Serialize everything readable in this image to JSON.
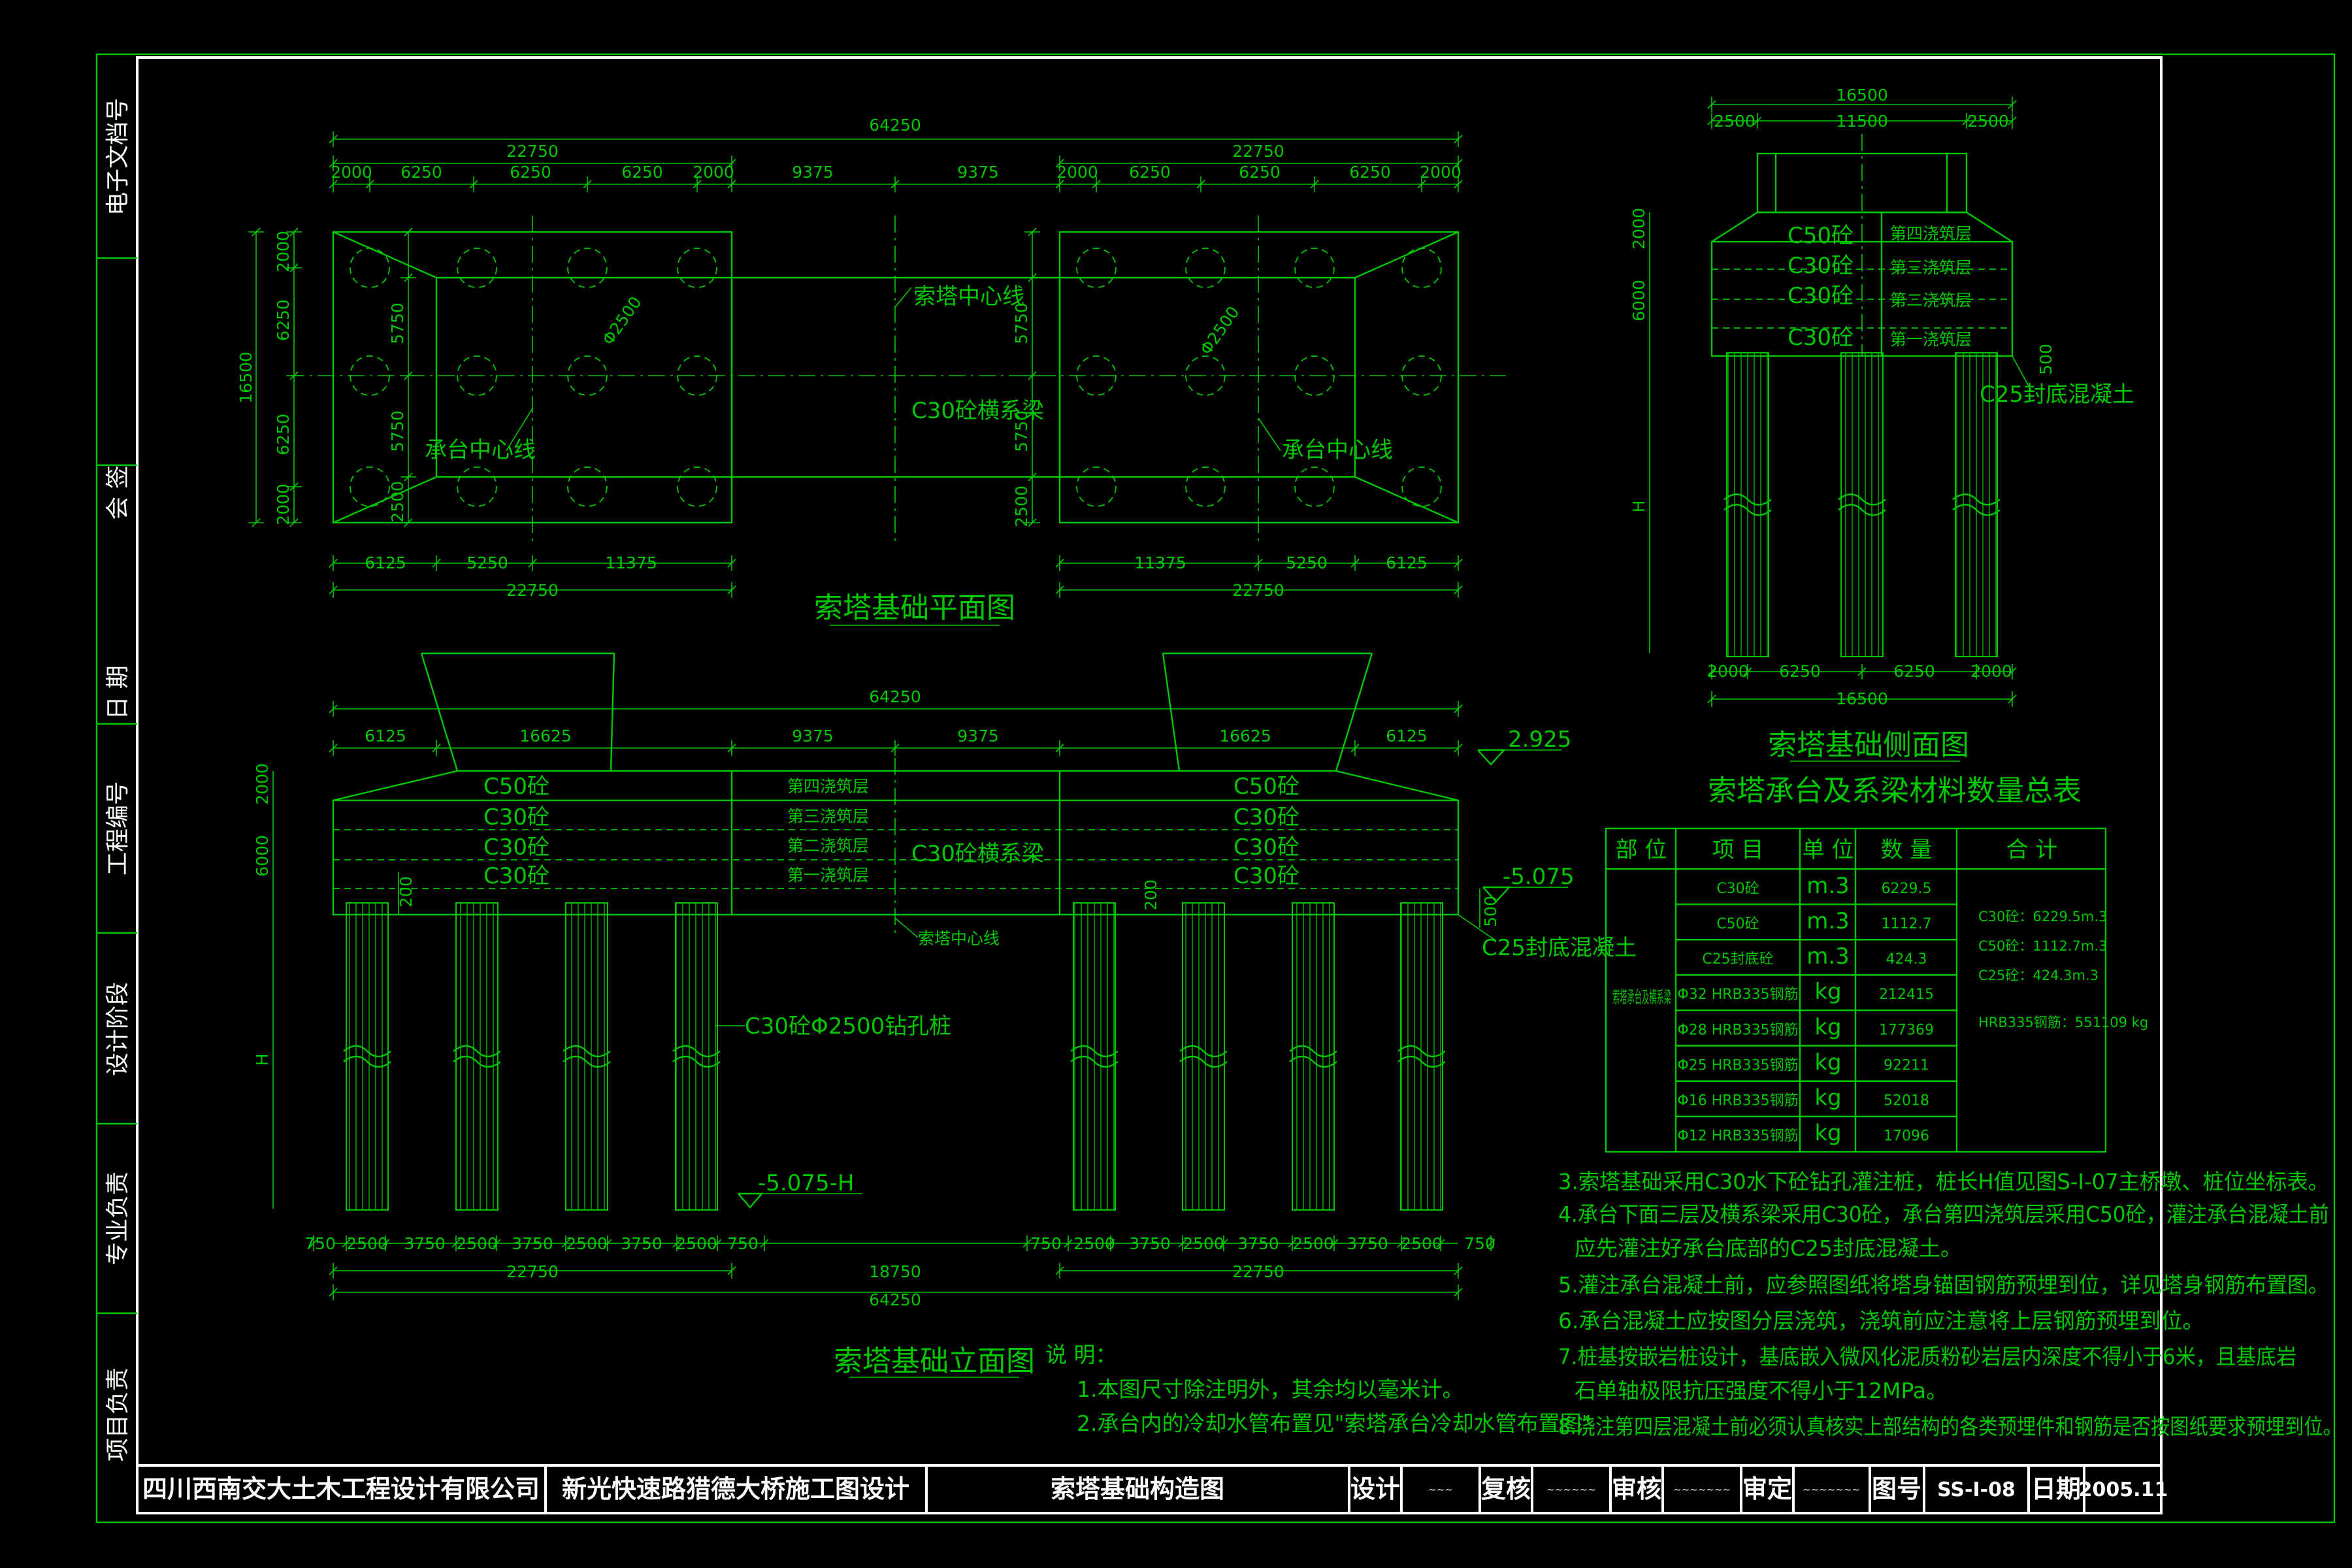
{
  "dims": {
    "total": "64250",
    "half": "22750",
    "d2000": "2000",
    "d6250": "6250",
    "d9375": "9375",
    "d6125": "6125",
    "d5250": "5250",
    "d11375": "11375",
    "d16625": "16625",
    "d16500": "16500",
    "d11500": "11500",
    "d2500": "2500",
    "d5750": "5750",
    "d6000": "6000",
    "d3750": "3750",
    "d750": "750",
    "d18750": "18750",
    "d200": "200",
    "d500": "500",
    "dH": "H"
  },
  "plan": {
    "title": "索塔基础平面图",
    "tower_centerline": "索塔中心线",
    "cap_centerline": "承台中心线",
    "beam": "C30砼横系梁",
    "pile_dia": "Φ2500"
  },
  "elevation": {
    "title": "索塔基础立面图",
    "c50": "C50砼",
    "c30": "C30砼",
    "layer4": "第四浇筑层",
    "layer3": "第三浇筑层",
    "layer2": "第二浇筑层",
    "layer1": "第一浇筑层",
    "beam": "C30砼横系梁",
    "tower_centerline": "索塔中心线",
    "seal": "C25封底混凝土",
    "pile": "C30砼Φ2500钻孔桩",
    "el_top": "2.925",
    "el_cap": "-5.075",
    "el_pile": "-5.075-H"
  },
  "side": {
    "title": "索塔基础侧面图"
  },
  "table": {
    "title": "索塔承台及系梁材料数量总表",
    "headers": [
      "部 位",
      "项 目",
      "单 位",
      "数 量",
      "合 计"
    ],
    "part": "索塔承台及横系梁",
    "rows": [
      {
        "item": "C30砼",
        "unit": "m.3",
        "qty": "6229.5"
      },
      {
        "item": "C50砼",
        "unit": "m.3",
        "qty": "1112.7"
      },
      {
        "item": "C25封底砼",
        "unit": "m.3",
        "qty": "424.3"
      },
      {
        "item": "Φ32 HRB335钢筋",
        "unit": "kg",
        "qty": "212415"
      },
      {
        "item": "Φ28 HRB335钢筋",
        "unit": "kg",
        "qty": "177369"
      },
      {
        "item": "Φ25 HRB335钢筋",
        "unit": "kg",
        "qty": "92211"
      },
      {
        "item": "Φ16 HRB335钢筋",
        "unit": "kg",
        "qty": "52018"
      },
      {
        "item": "Φ12 HRB335钢筋",
        "unit": "kg",
        "qty": "17096"
      }
    ],
    "totals": [
      "C30砼：6229.5m.3",
      "C50砼：1112.7m.3",
      "C25砼：424.3m.3",
      "HRB335钢筋：551109 kg"
    ]
  },
  "notes": {
    "heading": "说 明：",
    "n1": "1.本图尺寸除注明外，其余均以毫米计。",
    "n2": "2.承台内的冷却水管布置见\"索塔承台冷却水管布置图\"",
    "n3": "3.索塔基础采用C30水下砼钻孔灌注桩，桩长H值见图S-Ⅰ-07主桥墩、桩位坐标表。",
    "n4a": "4.承台下面三层及横系梁采用C30砼，承台第四浇筑层采用C50砼，灌注承台混凝土前",
    "n4b": "应先灌注好承台底部的C25封底混凝土。",
    "n5": "5.灌注承台混凝土前，应参照图纸将塔身锚固钢筋预埋到位，详见塔身钢筋布置图。",
    "n6": "6.承台混凝土应按图分层浇筑，浇筑前应注意将上层钢筋预埋到位。",
    "n7a": "7.桩基按嵌岩桩设计，基底嵌入微风化泥质粉砂岩层内深度不得小于6米，且基底岩",
    "n7b": "石单轴极限抗压强度不得小于12MPa。",
    "n8": "8.浇注第四层混凝土前必须认真核实上部结构的各类预埋件和钢筋是否按图纸要求预埋到位。"
  },
  "title_block": {
    "company": "四川西南交大土木工程设计有限公司",
    "project": "新光快速路猎德大桥施工图设计",
    "drawing": "索塔基础构造图",
    "design": "设计",
    "recheck": "复核",
    "review": "审核",
    "approve": "审定",
    "sign1": "~~~",
    "sign2": "~~~~~~",
    "sign3": "~~~~~~~",
    "sign4": "~~~~~~~",
    "fig_no_label": "图号",
    "fig_no": "SS-Ⅰ-08",
    "date_label": "日期",
    "date": "2005.11"
  },
  "sidebar": [
    "电子文档号",
    "会  签",
    "日  期",
    "工程编号",
    "设计阶段",
    "专业负责",
    "项目负责"
  ]
}
